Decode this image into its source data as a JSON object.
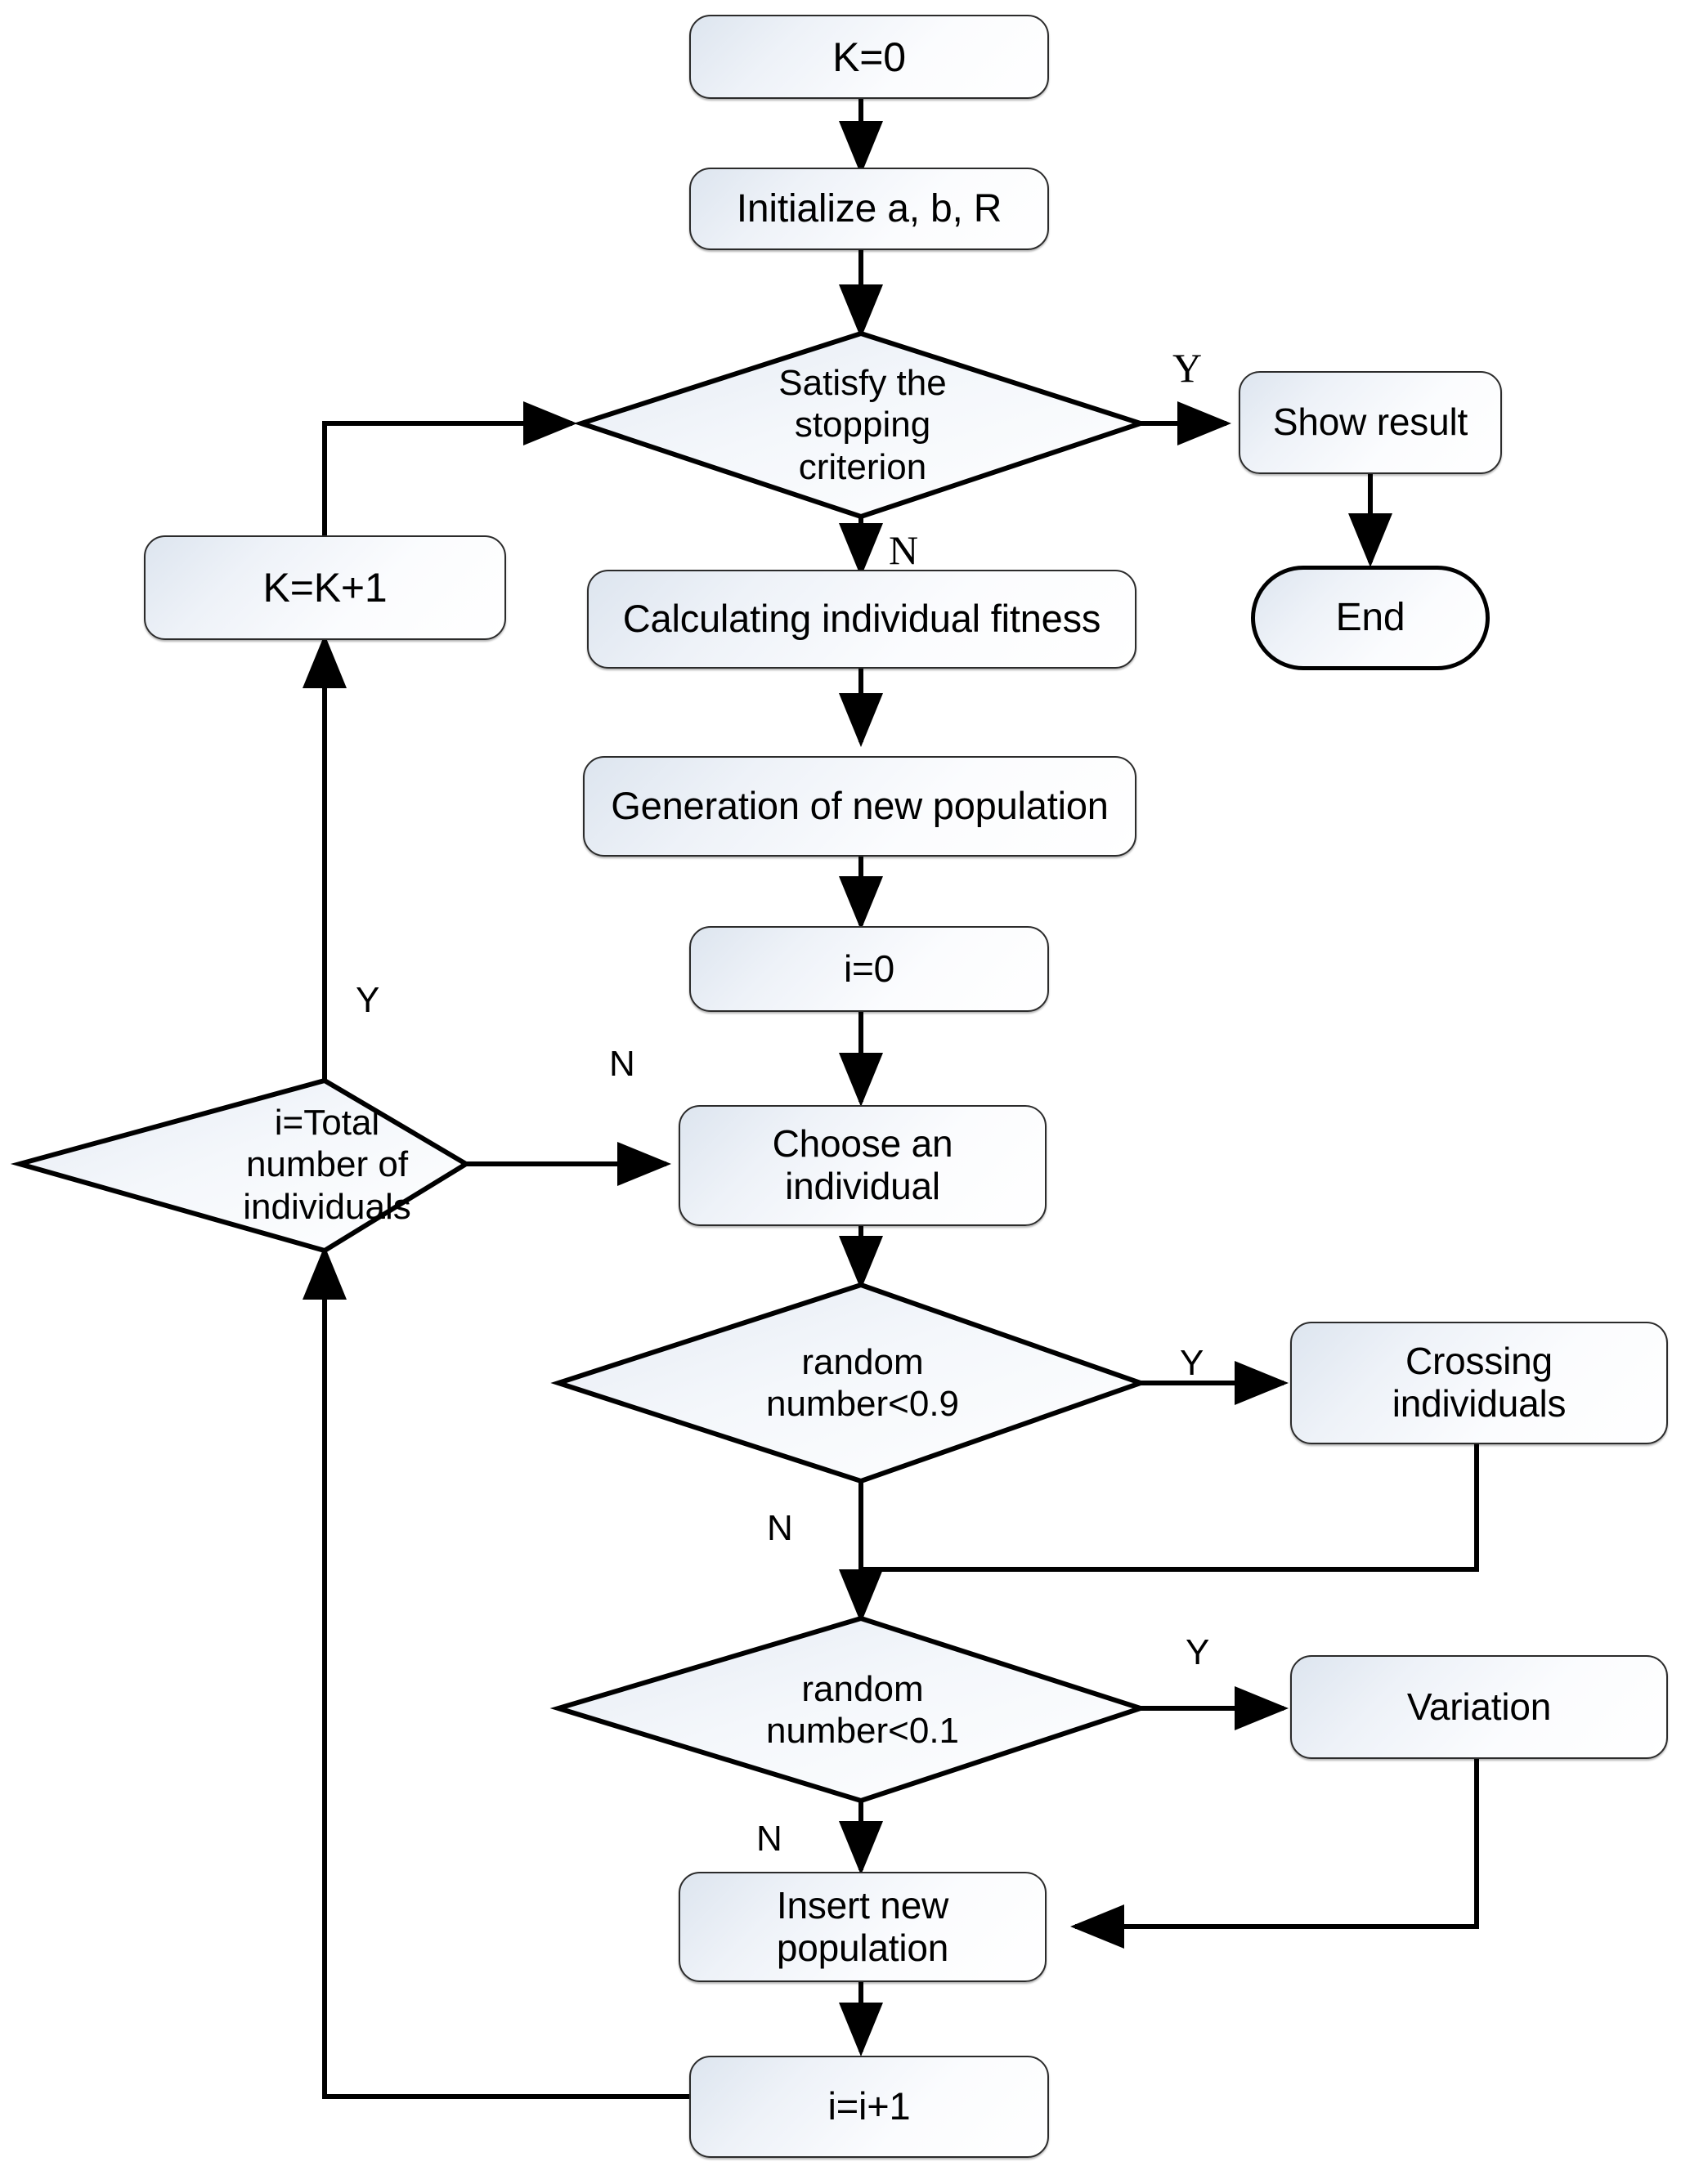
{
  "diagram": {
    "title": "Genetic algorithm flowchart",
    "colors": {
      "stroke": "#000000",
      "node_fill_top": "#dde5ef",
      "node_fill_bottom": "#ffffff",
      "text": "#000000"
    },
    "nodes": [
      {
        "id": "k0",
        "shape": "process",
        "label": "K=0"
      },
      {
        "id": "init",
        "shape": "process",
        "label": "Initialize a, b, R"
      },
      {
        "id": "stop",
        "shape": "decision",
        "label": "Satisfy the stopping criterion",
        "lines": [
          "Satisfy the",
          "stopping",
          "criterion"
        ]
      },
      {
        "id": "show",
        "shape": "process",
        "label": "Show result"
      },
      {
        "id": "end",
        "shape": "terminal",
        "label": "End"
      },
      {
        "id": "kinc",
        "shape": "process",
        "label": "K=K+1"
      },
      {
        "id": "fitness",
        "shape": "process",
        "label": "Calculating individual fitness"
      },
      {
        "id": "newpop",
        "shape": "process",
        "label": "Generation of new population"
      },
      {
        "id": "i0",
        "shape": "process",
        "label": "i=0"
      },
      {
        "id": "itotal",
        "shape": "decision",
        "label": "i=Total number of individuals",
        "lines": [
          "i=Total",
          "number of",
          "individuals"
        ]
      },
      {
        "id": "choose",
        "shape": "process",
        "label": "Choose an individual",
        "lines": [
          "Choose an",
          "individual"
        ]
      },
      {
        "id": "rand09",
        "shape": "decision",
        "label": "random number<0.9",
        "lines": [
          "random",
          "number<0.9"
        ]
      },
      {
        "id": "crossing",
        "shape": "process",
        "label": "Crossing individuals",
        "lines": [
          "Crossing",
          "individuals"
        ]
      },
      {
        "id": "rand01",
        "shape": "decision",
        "label": "random number<0.1",
        "lines": [
          "random",
          "number<0.1"
        ]
      },
      {
        "id": "variation",
        "shape": "process",
        "label": "Variation"
      },
      {
        "id": "insert",
        "shape": "process",
        "label": "Insert new population",
        "lines": [
          "Insert new",
          "population"
        ]
      },
      {
        "id": "iinc",
        "shape": "process",
        "label": "i=i+1"
      }
    ],
    "branch_labels": [
      {
        "id": "stop-yes",
        "text": "Y",
        "from": "stop",
        "to": "show"
      },
      {
        "id": "stop-no",
        "text": "N",
        "from": "stop",
        "to": "fitness"
      },
      {
        "id": "itotal-yes",
        "text": "Y",
        "from": "itotal",
        "to": "kinc"
      },
      {
        "id": "itotal-no",
        "text": "N",
        "from": "itotal",
        "to": "choose"
      },
      {
        "id": "rand09-yes",
        "text": "Y",
        "from": "rand09",
        "to": "crossing"
      },
      {
        "id": "rand09-no",
        "text": "N",
        "from": "rand09",
        "to": "rand01"
      },
      {
        "id": "rand01-yes",
        "text": "Y",
        "from": "rand01",
        "to": "variation"
      },
      {
        "id": "rand01-no",
        "text": "N",
        "from": "rand01",
        "to": "insert"
      }
    ],
    "edges": [
      {
        "from": "k0",
        "to": "init",
        "label": ""
      },
      {
        "from": "init",
        "to": "stop",
        "label": ""
      },
      {
        "from": "stop",
        "to": "show",
        "label": "Y"
      },
      {
        "from": "show",
        "to": "end",
        "label": ""
      },
      {
        "from": "stop",
        "to": "fitness",
        "label": "N"
      },
      {
        "from": "fitness",
        "to": "newpop",
        "label": ""
      },
      {
        "from": "newpop",
        "to": "i0",
        "label": ""
      },
      {
        "from": "i0",
        "to": "choose",
        "label": ""
      },
      {
        "from": "itotal",
        "to": "kinc",
        "label": "Y"
      },
      {
        "from": "kinc",
        "to": "stop",
        "label": ""
      },
      {
        "from": "itotal",
        "to": "choose",
        "label": "N"
      },
      {
        "from": "choose",
        "to": "rand09",
        "label": ""
      },
      {
        "from": "rand09",
        "to": "crossing",
        "label": "Y"
      },
      {
        "from": "crossing",
        "to": "rand01",
        "label": ""
      },
      {
        "from": "rand09",
        "to": "rand01",
        "label": "N"
      },
      {
        "from": "rand01",
        "to": "variation",
        "label": "Y"
      },
      {
        "from": "variation",
        "to": "insert",
        "label": ""
      },
      {
        "from": "rand01",
        "to": "insert",
        "label": "N"
      },
      {
        "from": "insert",
        "to": "iinc",
        "label": ""
      },
      {
        "from": "iinc",
        "to": "itotal",
        "label": ""
      }
    ]
  }
}
